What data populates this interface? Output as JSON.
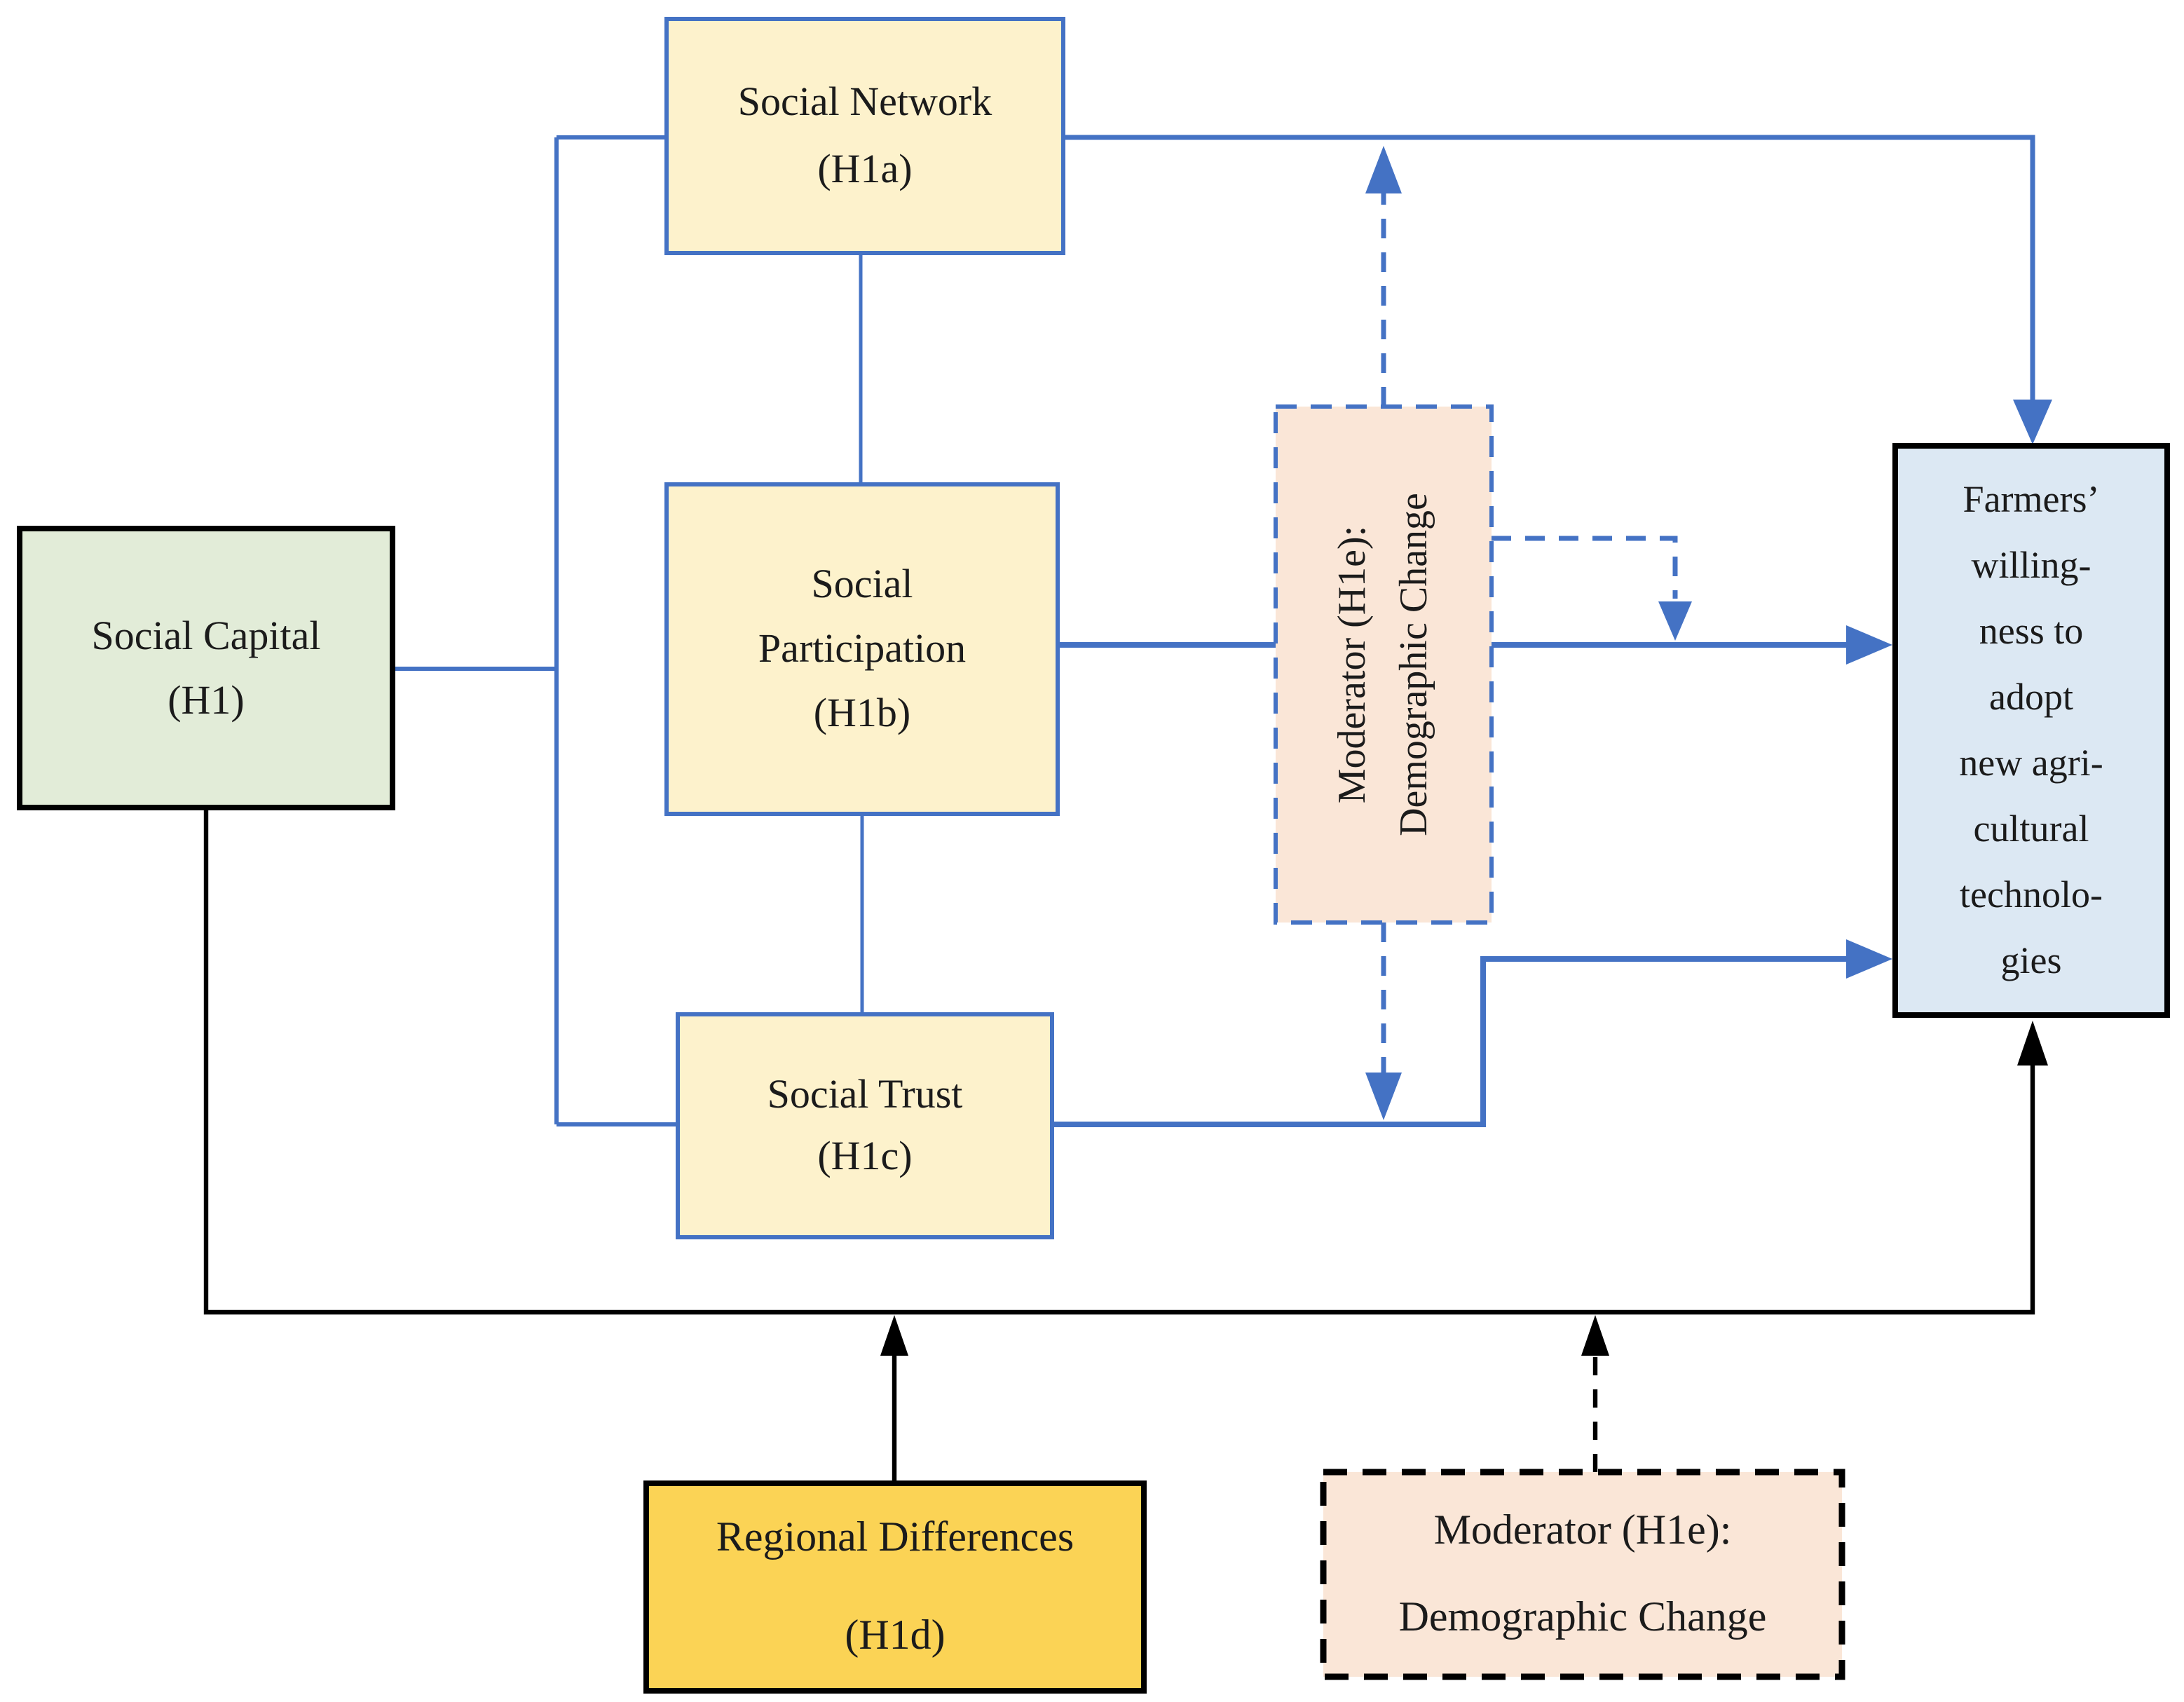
{
  "figure": {
    "type": "conceptual-framework-diagram",
    "description_boxes_count": 8
  },
  "colors": {
    "connector_blue": "#4472C4",
    "connector_black": "#000000",
    "yellow_fill": "#FDF2CC",
    "green_fill": "#E2ECD8",
    "light_blue_fill": "#DCE8F3",
    "peach_fill": "#FAE6D7",
    "gold_fill": "#FBD355",
    "text_color": "#1b1b1b"
  },
  "boxes": {
    "social_capital": {
      "lines": [
        "Social Capital",
        "(H1)"
      ]
    },
    "social_network": {
      "lines": [
        "Social Network",
        "(H1a)"
      ]
    },
    "social_participation": {
      "lines": [
        "Social",
        "Participation",
        "(H1b)"
      ]
    },
    "social_trust": {
      "lines": [
        "Social Trust",
        "(H1c)"
      ]
    },
    "moderator_vertical": {
      "lines": [
        "Moderator (H1e):",
        "Demographic Change"
      ]
    },
    "farmers": {
      "lines": [
        "Farmers’",
        "willing-",
        "ness to",
        "adopt",
        "new agri-",
        "cultural",
        "technolo-",
        "gies"
      ]
    },
    "regional_differences": {
      "lines": [
        "Regional Differences",
        "(H1d)"
      ]
    },
    "moderator_bottom": {
      "lines": [
        "Moderator (H1e):",
        "Demographic Change"
      ]
    }
  },
  "edges": [
    {
      "from": "Social Capital (H1)",
      "to": "Social Network (H1a)",
      "style": "solid",
      "color": "#4472C4",
      "arrow": false
    },
    {
      "from": "Social Capital (H1)",
      "to": "Social Participation (H1b)",
      "style": "solid",
      "color": "#4472C4",
      "arrow": false
    },
    {
      "from": "Social Capital (H1)",
      "to": "Social Trust (H1c)",
      "style": "solid",
      "color": "#4472C4",
      "arrow": false
    },
    {
      "from": "Social Network (H1a)",
      "to": "Social Participation (H1b)",
      "style": "solid",
      "color": "#4472C4",
      "arrow": false
    },
    {
      "from": "Social Participation (H1b)",
      "to": "Social Trust (H1c)",
      "style": "solid",
      "color": "#4472C4",
      "arrow": false
    },
    {
      "from": "Social Network (H1a)",
      "to": "Farmers’ willingness to adopt new agricultural technologies",
      "style": "solid",
      "color": "#4472C4",
      "arrow": true
    },
    {
      "from": "Social Participation (H1b)",
      "to": "Farmers’ willingness to adopt new agricultural technologies",
      "style": "solid",
      "color": "#4472C4",
      "arrow": true
    },
    {
      "from": "Social Trust (H1c)",
      "to": "Farmers’ willingness to adopt new agricultural technologies",
      "style": "solid",
      "color": "#4472C4",
      "arrow": true
    },
    {
      "from": "Moderator (H1e): Demographic Change",
      "to": "Social Network path",
      "style": "dashed",
      "color": "#4472C4",
      "arrow": true
    },
    {
      "from": "Moderator (H1e): Demographic Change",
      "to": "Social Participation path",
      "style": "dashed",
      "color": "#4472C4",
      "arrow": true
    },
    {
      "from": "Moderator (H1e): Demographic Change",
      "to": "Social Trust path",
      "style": "dashed",
      "color": "#4472C4",
      "arrow": true
    },
    {
      "from": "Social Capital (H1)",
      "to": "Farmers’ willingness to adopt new agricultural technologies",
      "style": "solid",
      "color": "#000000",
      "arrow": true
    },
    {
      "from": "Regional Differences (H1d)",
      "to": "Social Capital total-effect path",
      "style": "solid",
      "color": "#000000",
      "arrow": true
    },
    {
      "from": "Moderator (H1e): Demographic Change (bottom)",
      "to": "Social Capital total-effect path",
      "style": "dashed",
      "color": "#000000",
      "arrow": true
    }
  ]
}
